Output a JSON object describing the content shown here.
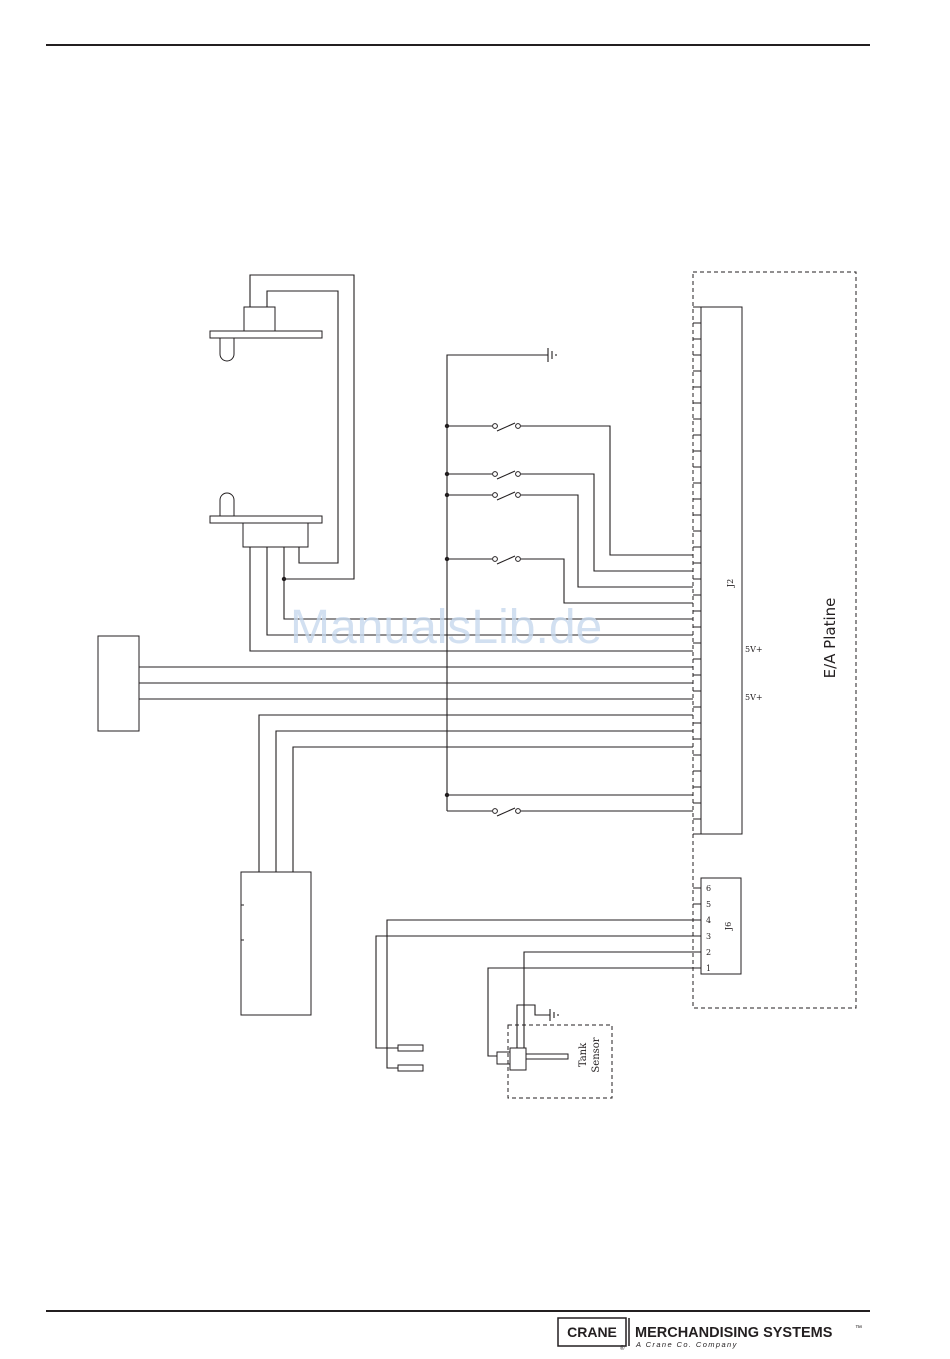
{
  "board": {
    "title": "E/A Platine",
    "j2_label": "J2",
    "j6_label": "J6",
    "v1": "5V+",
    "v2": "5V+"
  },
  "j6_pins": [
    "6",
    "5",
    "4",
    "3",
    "2",
    "1"
  ],
  "sensor": {
    "line1": "Tank",
    "line2": "Sensor"
  },
  "watermark": "ManualsLib.de",
  "footer": {
    "brand": "CRANE",
    "registered": "®",
    "company": "MERCHANDISING SYSTEMS",
    "tm": "™",
    "tagline": "A Crane Co. Company"
  }
}
